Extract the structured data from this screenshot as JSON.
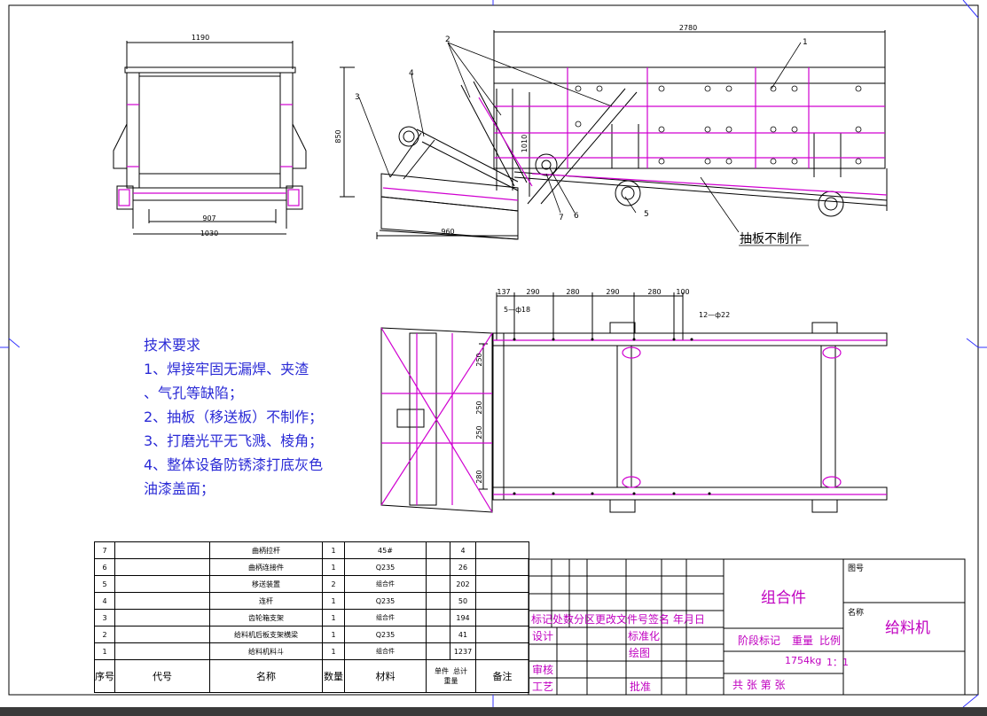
{
  "dimensions": {
    "front_width_top": "1190",
    "front_inner": "907",
    "front_width_bottom": "1030",
    "side_height": "850",
    "side_bottom": "960",
    "side_height2": "1010",
    "total_length": "2780",
    "plan_segments": [
      "137",
      "290",
      "280",
      "290",
      "280",
      "100"
    ],
    "plan_hole1": "5—ф18",
    "plan_hole2": "12—ф22",
    "plan_vertical": [
      "250",
      "250",
      "250",
      "280"
    ]
  },
  "callouts": {
    "c1": "1",
    "c2": "2",
    "c3": "3",
    "c4": "4",
    "c5": "5",
    "c6": "6",
    "c7": "7",
    "note": "抽板不制作"
  },
  "tech_requirements": {
    "title": "技术要求",
    "lines": [
      "1、焊接牢固无漏焊、夹渣",
      "、气孔等缺陷；",
      "2、抽板（移送板）不制作；",
      "3、打磨光平无飞溅、棱角；",
      "4、整体设备防锈漆打底灰色",
      "油漆盖面；"
    ]
  },
  "bom": {
    "rows": [
      {
        "no": "7",
        "code": "",
        "name": "曲柄拉杆",
        "qty": "1",
        "material": "45#",
        "unit": "",
        "total": "4",
        "remark": ""
      },
      {
        "no": "6",
        "code": "",
        "name": "曲柄连接件",
        "qty": "1",
        "material": "Q235",
        "unit": "",
        "total": "26",
        "remark": ""
      },
      {
        "no": "5",
        "code": "",
        "name": "移送装置",
        "qty": "2",
        "material": "组合件",
        "unit": "",
        "total": "202",
        "remark": ""
      },
      {
        "no": "4",
        "code": "",
        "name": "连杆",
        "qty": "1",
        "material": "Q235",
        "unit": "",
        "total": "50",
        "remark": ""
      },
      {
        "no": "3",
        "code": "",
        "name": "齿轮箱支架",
        "qty": "1",
        "material": "组合件",
        "unit": "",
        "total": "194",
        "remark": ""
      },
      {
        "no": "2",
        "code": "",
        "name": "给料机后板支架横梁",
        "qty": "1",
        "material": "Q235",
        "unit": "",
        "total": "41",
        "remark": ""
      },
      {
        "no": "1",
        "code": "",
        "name": "给料机料斗",
        "qty": "1",
        "material": "组合件",
        "unit": "",
        "total": "1237",
        "remark": ""
      }
    ],
    "header": {
      "no": "序号",
      "code": "代号",
      "name": "名称",
      "qty": "数量",
      "material": "材料",
      "unit": "单件",
      "total": "总计",
      "weight": "重量",
      "remark": "备注"
    }
  },
  "title_block": {
    "revision_header": "标记处数分区更改文件号签名 年月日",
    "design": "设计",
    "standardization": "标准化",
    "drawing": "绘图",
    "review": "审核",
    "process": "工艺",
    "approve": "批准",
    "assembly": "组合件",
    "stage": "阶段标记",
    "weight": "重量",
    "scale": "比例",
    "weight_value": "1754kg",
    "scale_value": "1：1",
    "sheets": "共    张 第    张",
    "drawing_no_label": "图号",
    "name_label": "名称",
    "name_value": "给料机"
  }
}
